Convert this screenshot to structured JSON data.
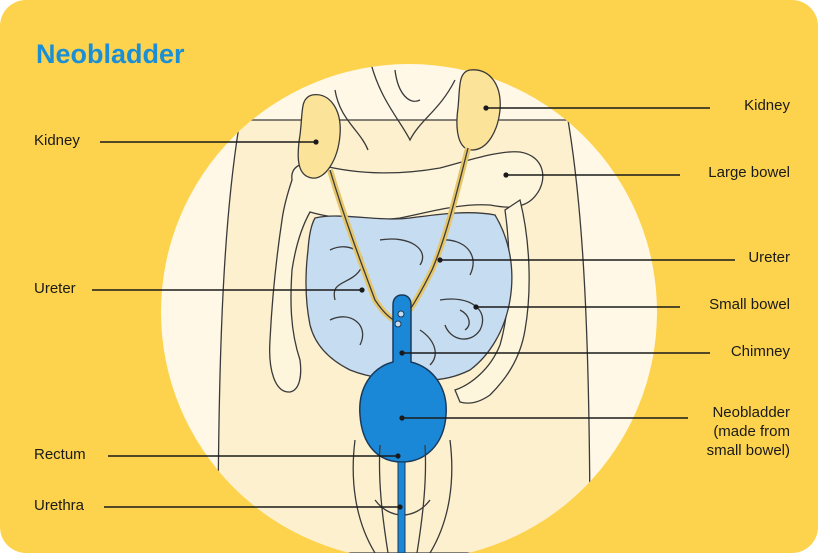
{
  "title": "Neobladder",
  "labels": {
    "kidney_left": "Kidney",
    "kidney_right": "Kidney",
    "large_bowel": "Large bowel",
    "ureter_left": "Ureter",
    "ureter_right": "Ureter",
    "small_bowel": "Small bowel",
    "chimney": "Chimney",
    "neobladder_line1": "Neobladder",
    "neobladder_line2": "(made from",
    "neobladder_line3": "small bowel)",
    "rectum": "Rectum",
    "urethra": "Urethra"
  },
  "colors": {
    "background": "#fdd34d",
    "circle": "#fff8e6",
    "body_skin": "#fdf0cf",
    "kidney": "#fbe39a",
    "large_bowel": "#fdf6dc",
    "small_bowel": "#c6dcf0",
    "neobladder": "#1a88d6",
    "title": "#1a8fd6"
  }
}
